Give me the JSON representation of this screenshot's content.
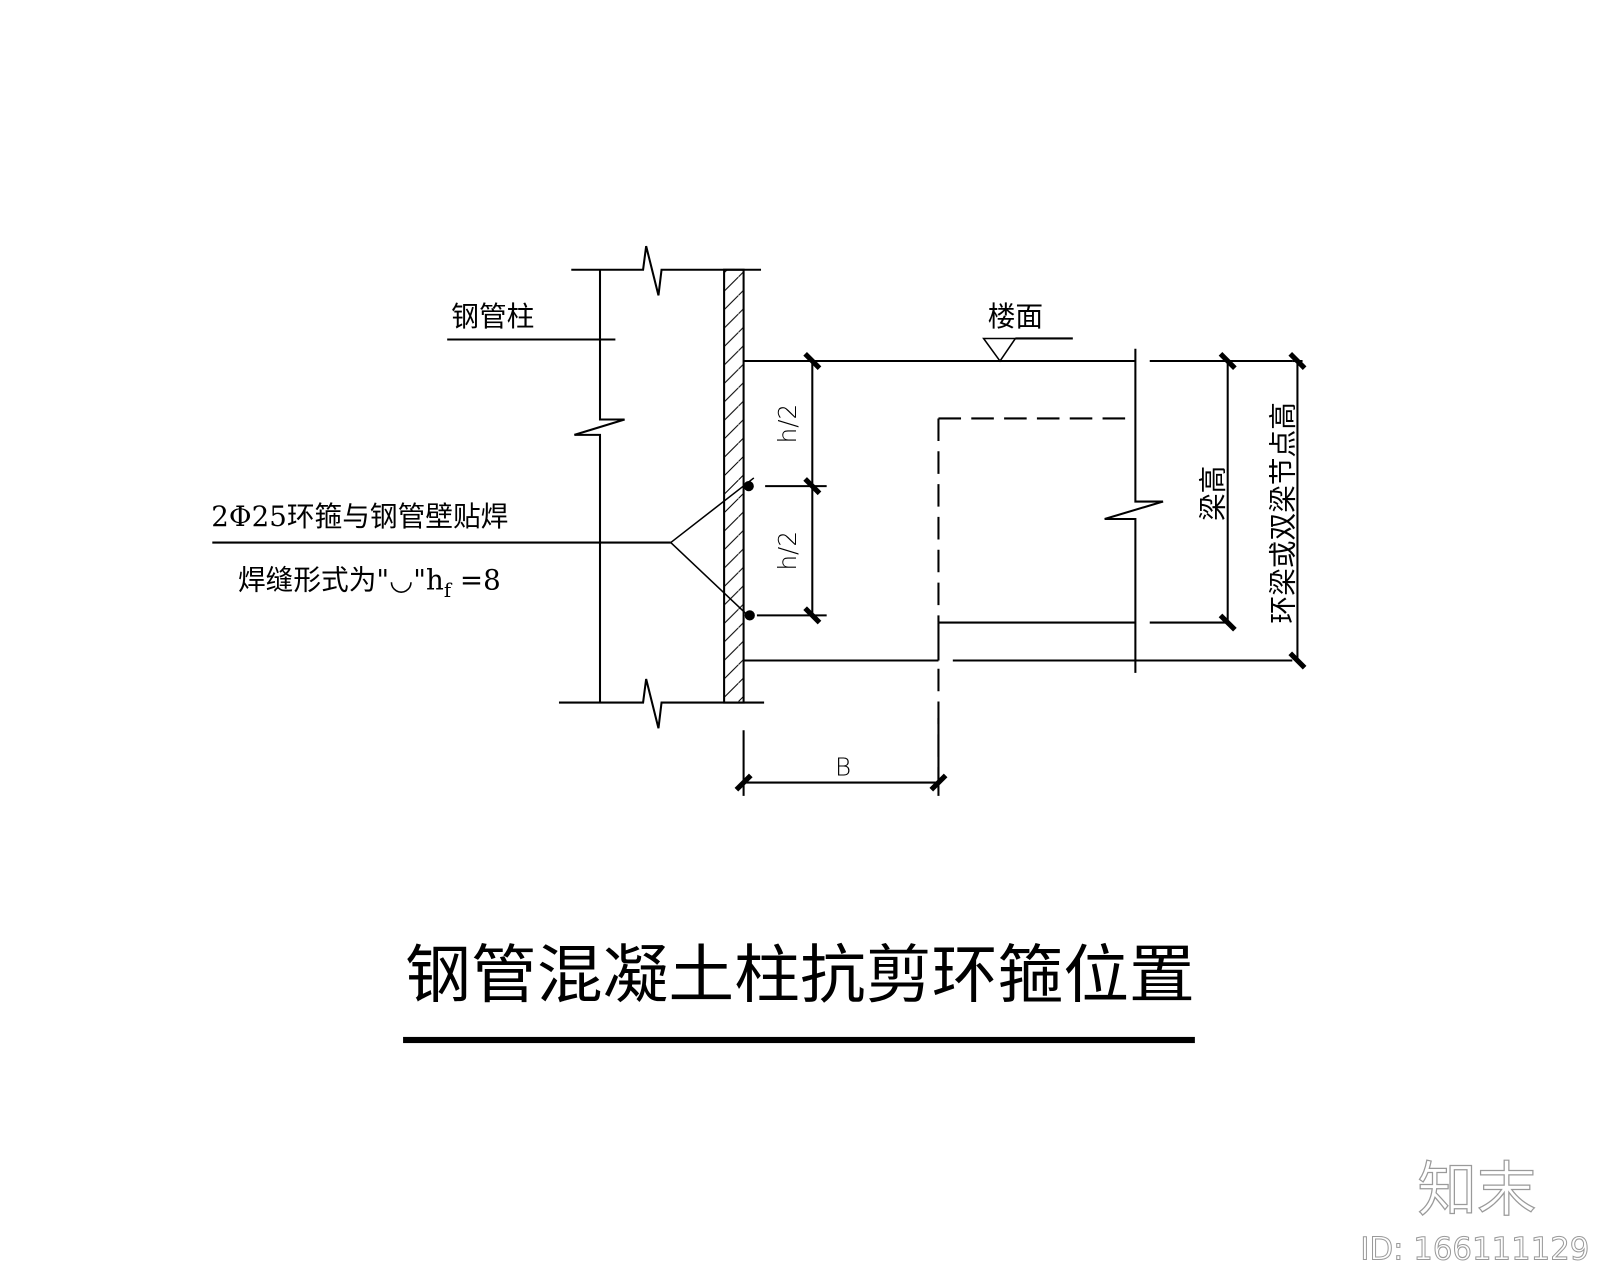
{
  "drawing": {
    "title": "钢管混凝土柱抗剪环箍位置",
    "labels": {
      "steel_tube_column": "钢管柱",
      "floor_level": "楼面",
      "ring_hoop_note_line1": "2Φ25环箍与钢管壁贴焊",
      "ring_hoop_note_line2_prefix": "焊缝形式为\"",
      "ring_hoop_note_weld_symbol": "◡",
      "ring_hoop_note_line2_suffix": "\"h",
      "ring_hoop_note_subscript": "f",
      "ring_hoop_note_value": " =8",
      "beam_depth": "梁高",
      "ring_beam_node_depth": "环梁或双梁节点高"
    },
    "dimensions": {
      "half_h_upper": "h/2",
      "half_h_lower": "h/2",
      "width_b": "B"
    }
  },
  "watermark": {
    "brand": "知末",
    "id_text": "ID: 166111129"
  },
  "colors": {
    "line": "#000000",
    "background": "#ffffff",
    "watermark": "#9a9a9a"
  }
}
